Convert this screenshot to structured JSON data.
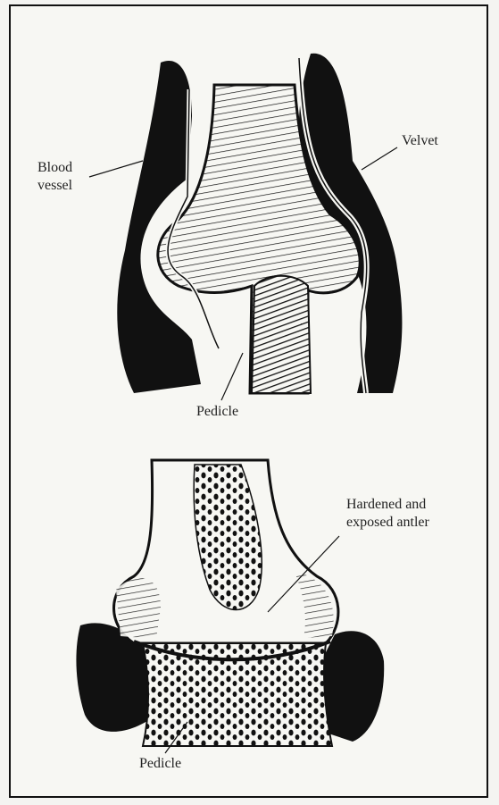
{
  "labels": {
    "blood_vessel": "Blood\nvessel",
    "velvet": "Velvet",
    "pedicle_top": "Pedicle",
    "hardened": "Hardened and\nexposed antler",
    "pedicle_bottom": "Pedicle"
  },
  "colors": {
    "ink": "#111111",
    "paper": "#f7f7f3"
  }
}
